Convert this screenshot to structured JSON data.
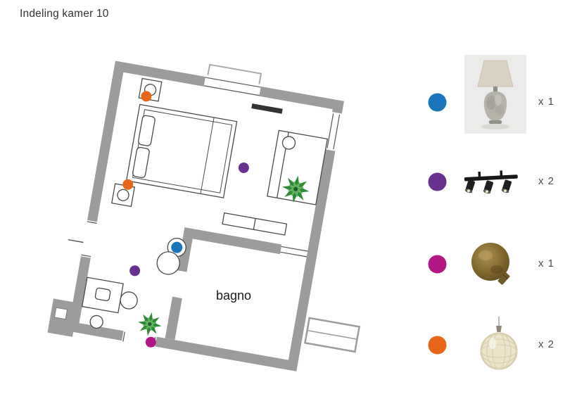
{
  "title": "Indeling kamer 10",
  "plan": {
    "room_label": "bagno",
    "markers": [
      {
        "type": "pendant-lamp",
        "color": "#e8661a"
      },
      {
        "type": "pendant-lamp",
        "color": "#e8661a"
      },
      {
        "type": "track-spotlight",
        "color": "#68308f"
      },
      {
        "type": "track-spotlight",
        "color": "#68308f"
      },
      {
        "type": "table-lamp",
        "color": "#1b75bb"
      },
      {
        "type": "wall-lamp",
        "color": "#b31786"
      }
    ]
  },
  "legend": {
    "rows": [
      {
        "item": "table-lamp",
        "color": "#1b75bb",
        "count": "x 1"
      },
      {
        "item": "track-spotlight",
        "color": "#68308f",
        "count": "x 2"
      },
      {
        "item": "wall-lamp",
        "color": "#b31786",
        "count": "x 1"
      },
      {
        "item": "pendant-lamp",
        "color": "#e8661a",
        "count": "x 2"
      }
    ]
  }
}
